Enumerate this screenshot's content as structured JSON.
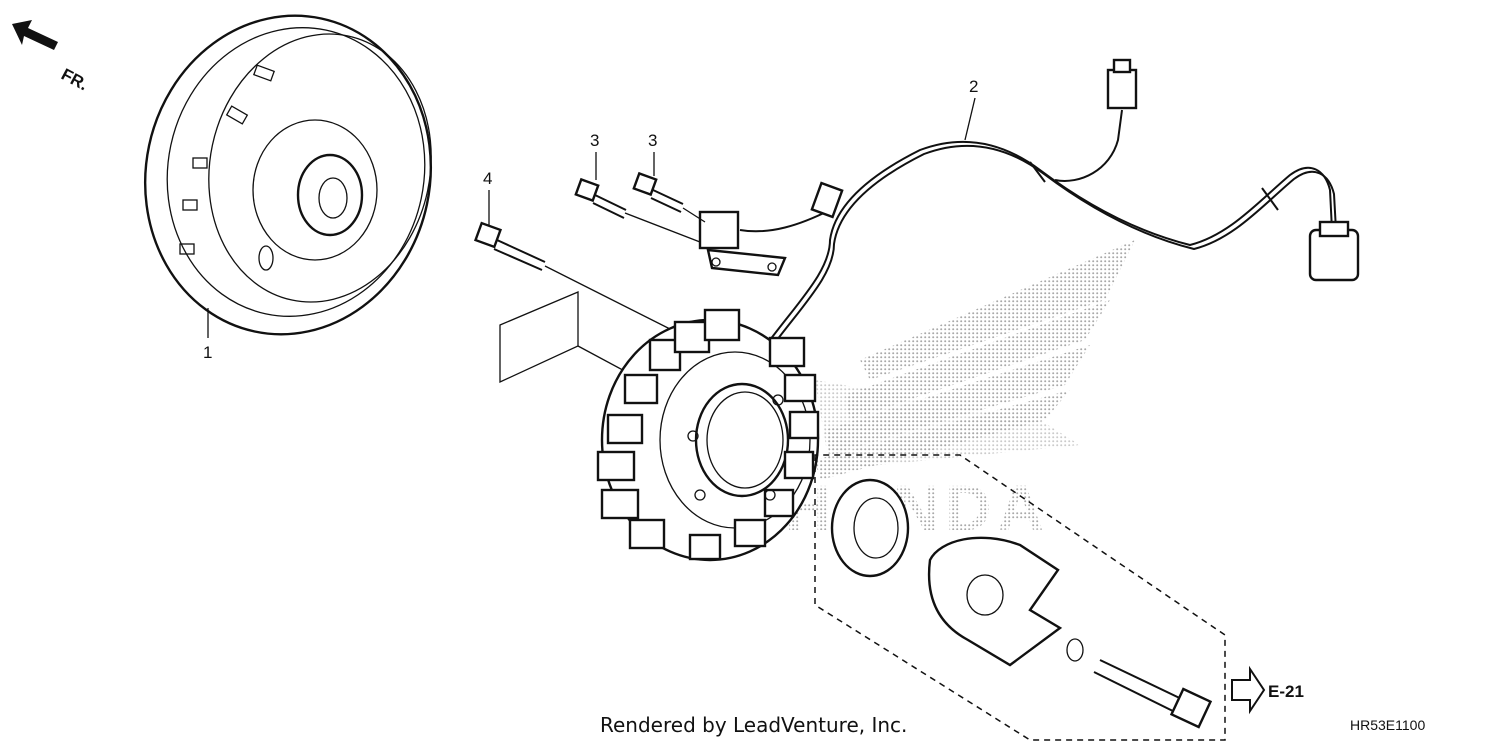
{
  "front_marker": {
    "label": "FR.",
    "icon": "front-arrow-icon"
  },
  "callouts": [
    {
      "number": "1",
      "part": "flywheel"
    },
    {
      "number": "2",
      "part": "wire-harness"
    },
    {
      "number": "3",
      "part": "flange-bolt"
    },
    {
      "number": "3",
      "part": "flange-bolt"
    },
    {
      "number": "4",
      "part": "stator-bolt"
    }
  ],
  "reference": {
    "label": "E-21",
    "icon": "reference-arrow-icon"
  },
  "watermark": {
    "text": "HONDA",
    "icon": "honda-wing-watermark-icon"
  },
  "credit": "Rendered by LeadVenture, Inc.",
  "diagram_code": "HR53E1100"
}
